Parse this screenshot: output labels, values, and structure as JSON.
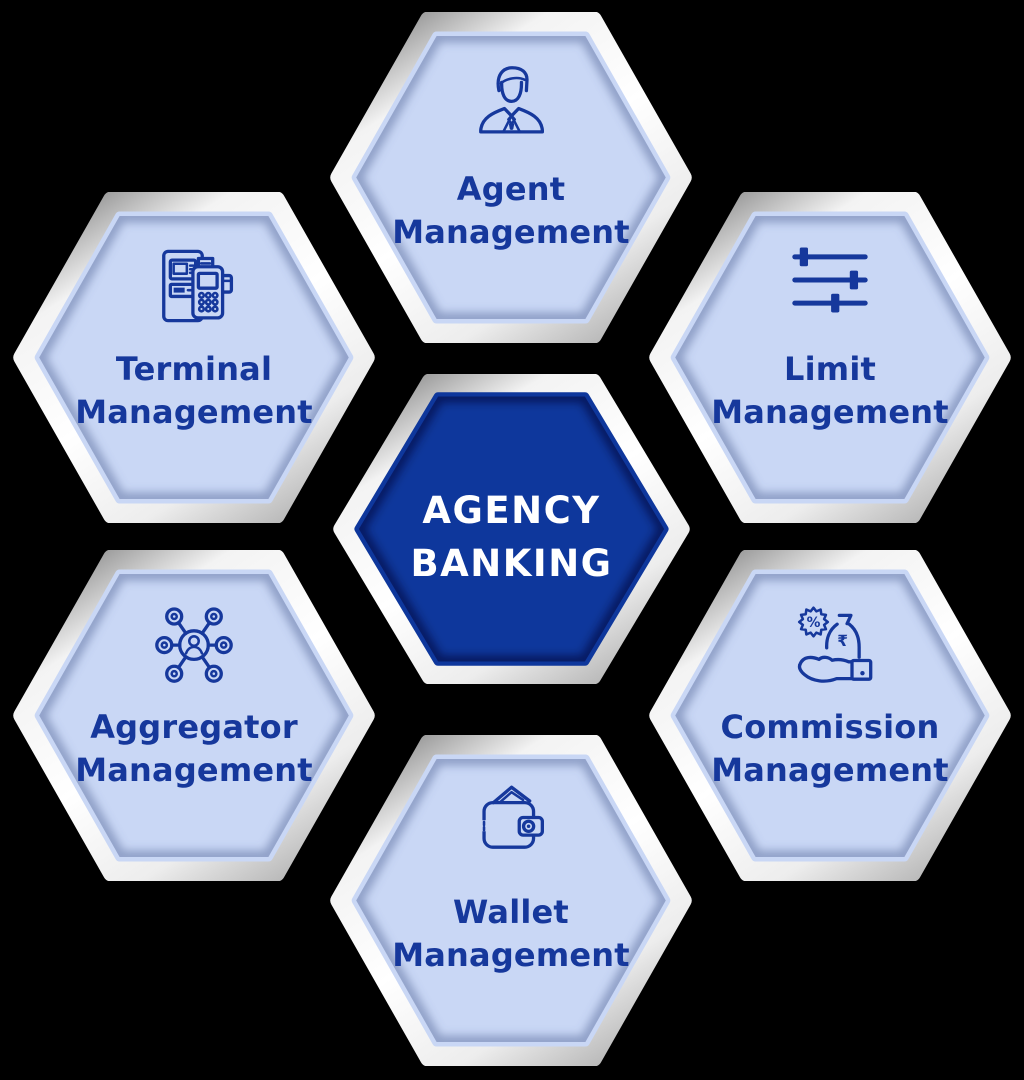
{
  "diagram_title": "Agency Banking hexagon diagram",
  "center": {
    "label_lines": [
      "AGENCY",
      "BANKING"
    ]
  },
  "satellites": [
    {
      "id": "agent-management",
      "icon": "agent-icon",
      "lines": [
        "Agent",
        "Management"
      ]
    },
    {
      "id": "limit-management",
      "icon": "sliders-icon",
      "lines": [
        "Limit",
        "Management"
      ]
    },
    {
      "id": "commission-management",
      "icon": "commission-hand-icon",
      "lines": [
        "Commission",
        "Management"
      ]
    },
    {
      "id": "wallet-management",
      "icon": "wallet-icon",
      "lines": [
        "Wallet",
        "Management"
      ]
    },
    {
      "id": "aggregator-management",
      "icon": "network-hub-icon",
      "lines": [
        "Aggregator",
        "Management"
      ]
    },
    {
      "id": "terminal-management",
      "icon": "pos-terminal-icon",
      "lines": [
        "Terminal",
        "Management"
      ]
    }
  ],
  "colors": {
    "bg": "#000000",
    "hexblue": "#c9d7f5",
    "navy": "#0e379c",
    "ink": "#16389c",
    "white": "#ffffff"
  }
}
